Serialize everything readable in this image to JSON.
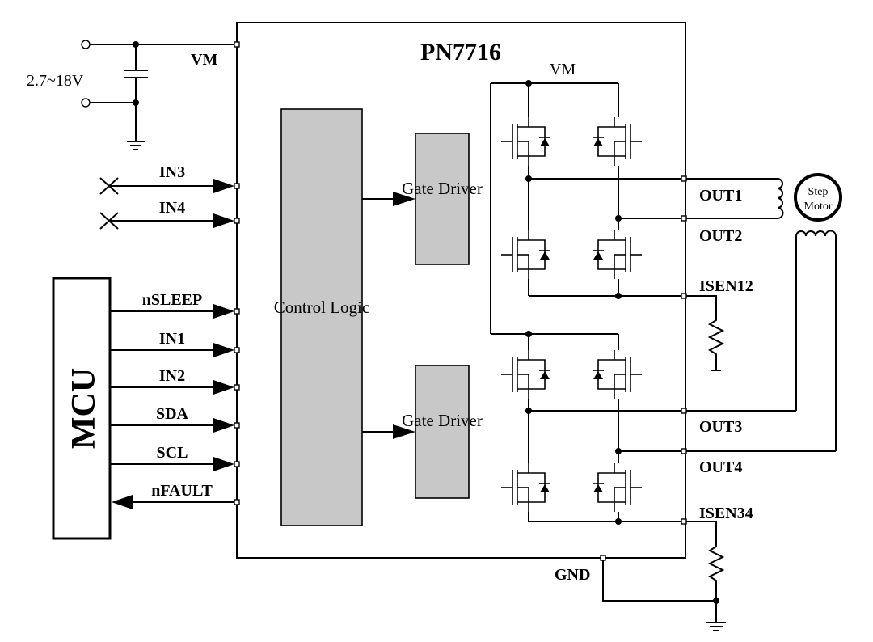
{
  "chip": {
    "name": "PN7716",
    "control_block": "Control Logic",
    "gate_driver_top": "Gate Driver",
    "gate_driver_bottom": "Gate Driver",
    "bridge_supply": "VM"
  },
  "supply": {
    "pin": "VM",
    "voltage_range": "2.7~18V"
  },
  "mcu": {
    "label": "MCU"
  },
  "input_pins": [
    "IN3",
    "IN4"
  ],
  "mcu_pins": [
    "nSLEEP",
    "IN1",
    "IN2",
    "SDA",
    "SCL",
    "nFAULT"
  ],
  "output_pins": [
    "OUT1",
    "OUT2",
    "ISEN12",
    "OUT3",
    "OUT4",
    "ISEN34"
  ],
  "gnd_pin": "GND",
  "motor": {
    "label_line1": "Step",
    "label_line2": "Motor"
  },
  "colors": {
    "block_fill": "#c8c8c8",
    "line": "#000000"
  }
}
